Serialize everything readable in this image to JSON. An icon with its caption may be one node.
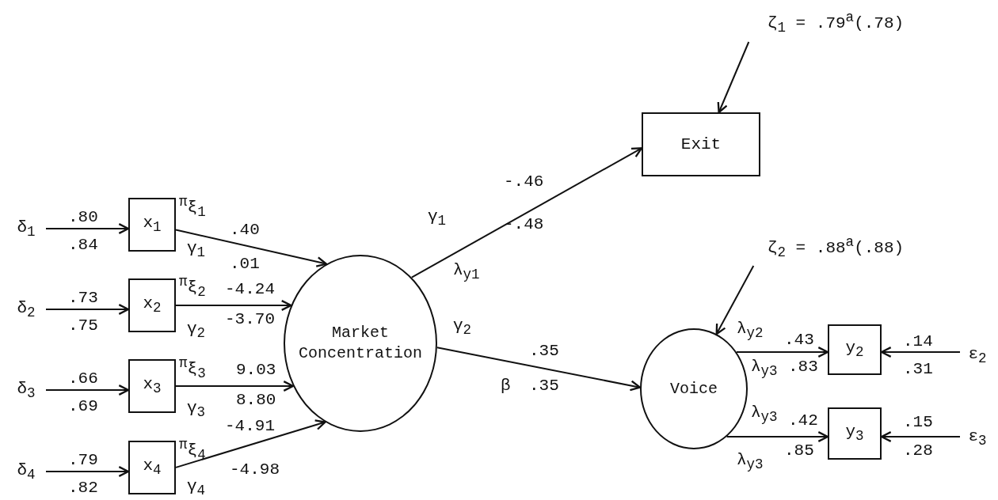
{
  "diagram": {
    "nodes": [
      {
        "text": [
          "δ$_{1}$"
        ]
      },
      {
        "text": [
          "x$_{1}$"
        ]
      },
      {
        "text": [
          "δ$_{2}$"
        ]
      },
      {
        "text": [
          "x$_{2}$"
        ]
      },
      {
        "text": [
          "δ$_{3}$"
        ]
      },
      {
        "text": [
          "x$_{3}$"
        ]
      },
      {
        "text": [
          "δ$_{4}$"
        ]
      },
      {
        "text": [
          "x$_{4}$"
        ]
      },
      {
        "text": [
          "Market Concentration"
        ]
      },
      {
        "text": [
          "ζ$_{1}$ = .79$^{a}$(.78)"
        ]
      },
      {
        "text": [
          "Exit"
        ]
      },
      {
        "text": [
          "ζ$_{2}$ = .88$^{a}$(.88)"
        ]
      },
      {
        "text": [
          "Voice"
        ]
      },
      {
        "text": [
          "y$_{2}$"
        ]
      },
      {
        "text": [
          "ε$_{2}$"
        ]
      },
      {
        "text": [
          "y$_{3}$"
        ]
      },
      {
        "text": [
          "ε$_{3}$"
        ]
      }
    ],
    "edges": [
      {
        "from": 0,
        "to": 1,
        "arrow": "to"
      },
      {
        "from": 2,
        "to": 3,
        "arrow": "to"
      },
      {
        "from": 4,
        "to": 5,
        "arrow": "to"
      },
      {
        "from": 6,
        "to": 7,
        "arrow": "to"
      },
      {
        "from": 1,
        "to": 8,
        "arrow": "to"
      },
      {
        "from": 3,
        "to": 8,
        "arrow": "to"
      },
      {
        "from": 5,
        "to": 8,
        "arrow": "to"
      },
      {
        "from": 7,
        "to": 8,
        "arrow": "to"
      },
      {
        "from": 8,
        "to": 10,
        "arrow": "to"
      },
      {
        "from": 8,
        "to": 12,
        "arrow": "to"
      },
      {
        "from": 9,
        "to": 10,
        "arrow": "to"
      },
      {
        "from": 11,
        "to": 12,
        "arrow": "to"
      },
      {
        "from": 12,
        "to": 13,
        "arrow": "to"
      },
      {
        "from": 12,
        "to": 15,
        "arrow": "to"
      },
      {
        "from": 14,
        "to": 13,
        "arrow": "to"
      },
      {
        "from": 16,
        "to": 15,
        "arrow": "to"
      }
    ],
    "labels": [
      ".80",
      ".84",
      "$^{π}$ξ$_{1}$",
      ".40",
      "γ$_{1}$",
      ".01",
      ".73",
      ".75",
      "$^{π}$ξ$_{2}$",
      "-4.24",
      "γ$_{2}$",
      "-3.70",
      ".66",
      ".69",
      "$^{π}$ξ$_{3}$",
      "9.03",
      "γ$_{3}$",
      "8.80",
      ".79",
      ".82",
      "$^{π}$ξ$_{4}$",
      "-4.91",
      "-4.98",
      "γ$_{4}$",
      "-.46",
      "γ$_{1}$",
      "-.48",
      "λ$_{y1}$",
      "γ$_{2}$",
      ".35",
      "β",
      ".35",
      "λ$_{y2}$",
      ".43",
      "λ$_{y3}$",
      ".83",
      "λ$_{y3}$",
      ".42",
      ".85",
      "λ$_{y3}$",
      ".14",
      ".31",
      ".15",
      ".28"
    ]
  }
}
